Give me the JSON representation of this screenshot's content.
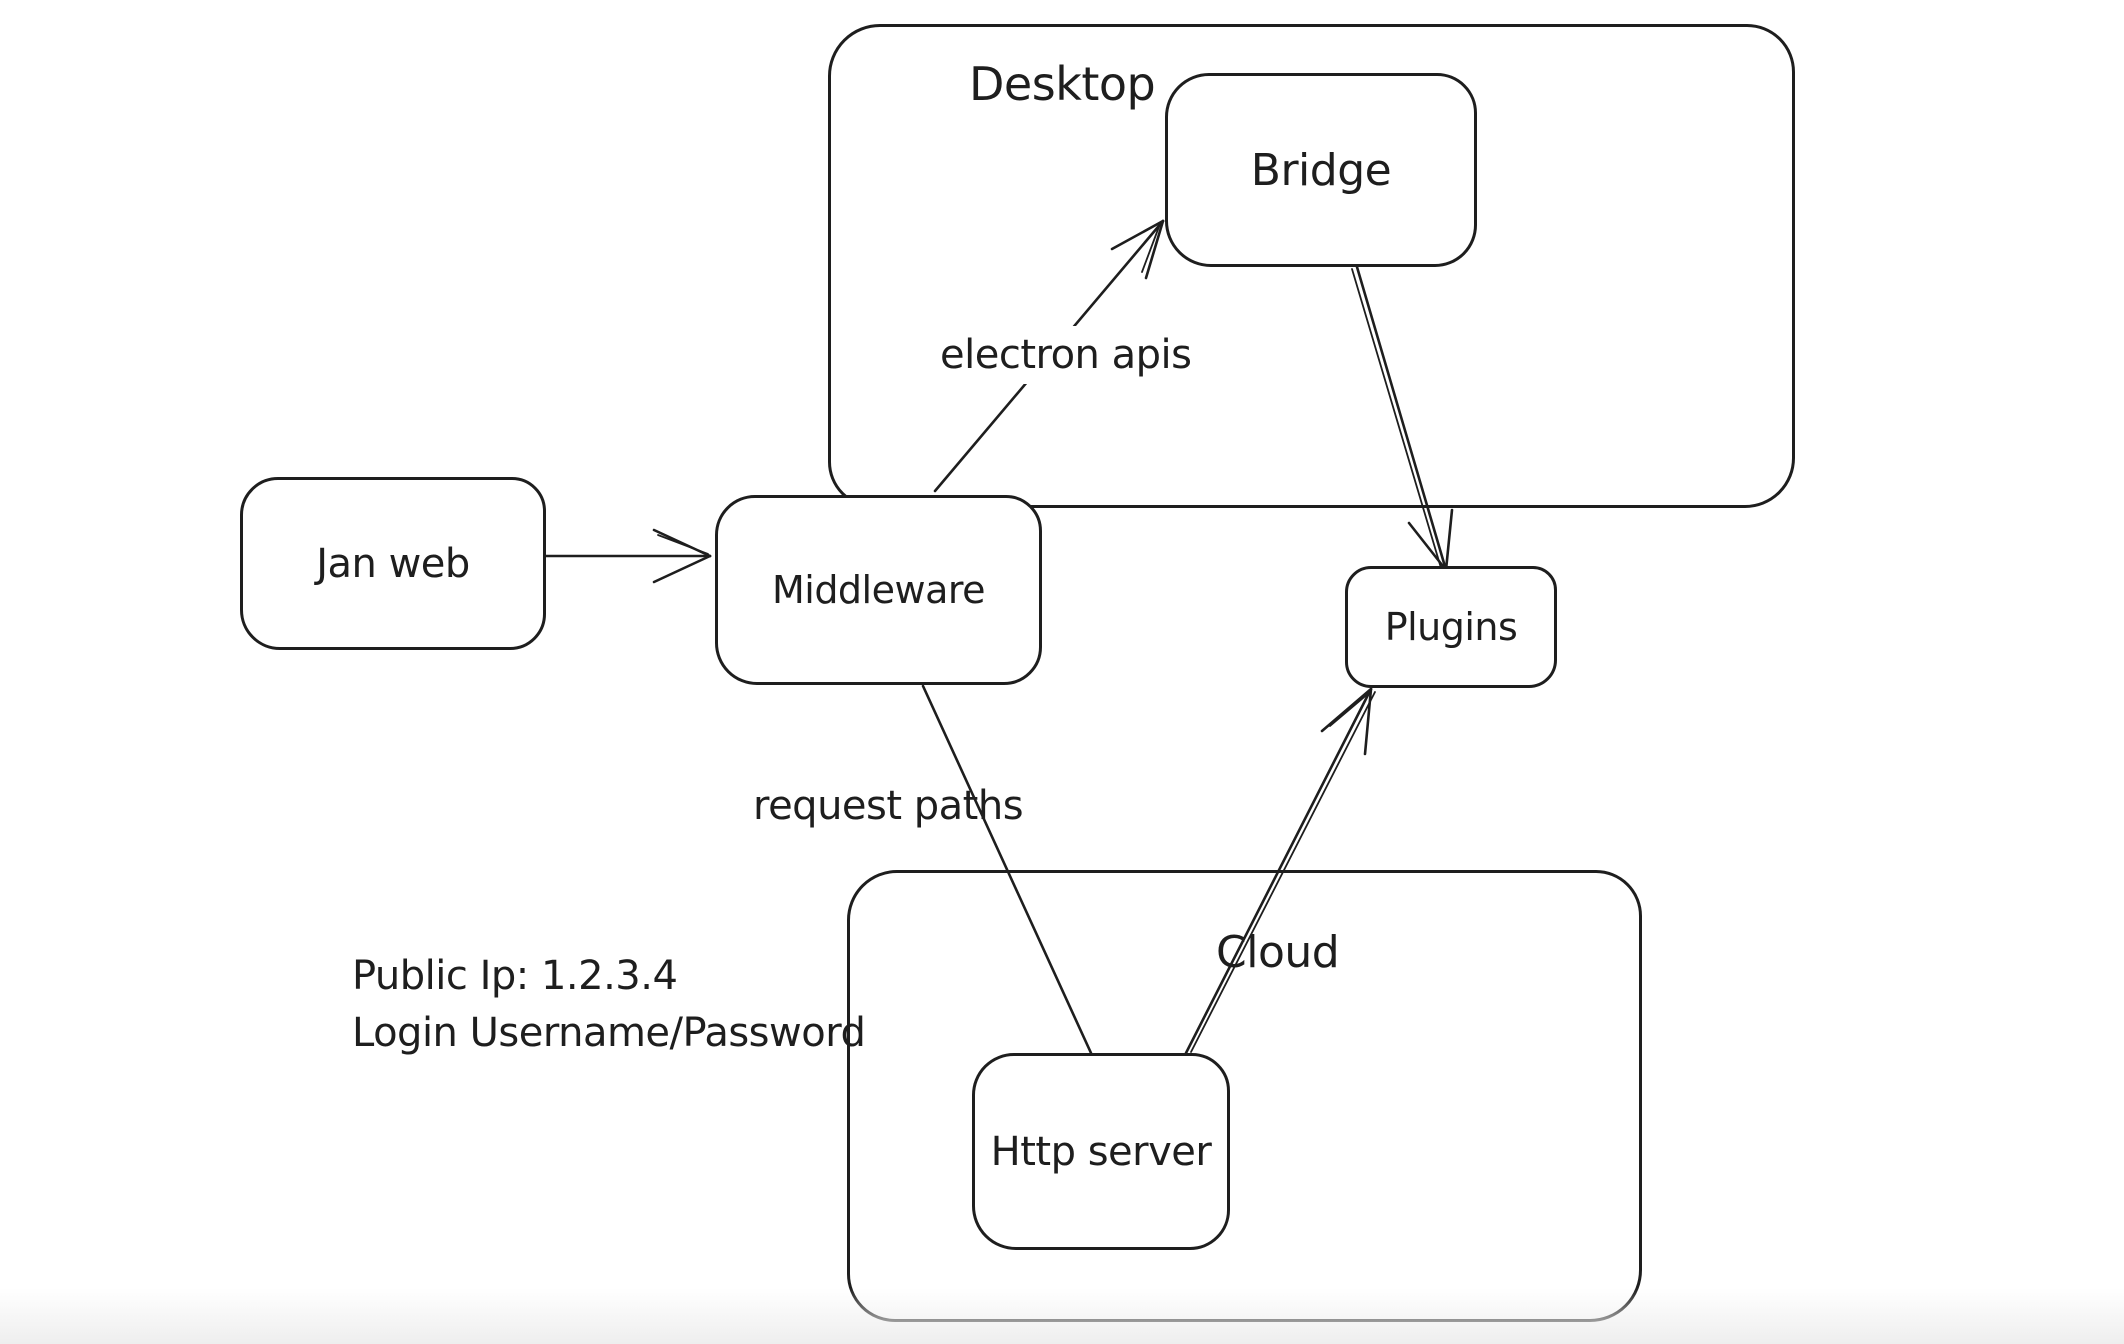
{
  "diagram": {
    "type": "flowchart-sketch",
    "colors": {
      "stroke": "#1e1e1e",
      "background": "#ffffff"
    },
    "containers": {
      "desktop": {
        "label": "Desktop"
      },
      "cloud": {
        "label": "Cloud"
      }
    },
    "nodes": {
      "jan_web": {
        "label": "Jan web"
      },
      "middleware": {
        "label": "Middleware"
      },
      "bridge": {
        "label": "Bridge"
      },
      "plugins": {
        "label": "Plugins"
      },
      "http_server": {
        "label": "Http server"
      }
    },
    "edges": [
      {
        "from": "Jan web",
        "to": "Middleware",
        "arrow": "end",
        "label": ""
      },
      {
        "from": "Middleware",
        "to": "Bridge",
        "arrow": "end",
        "label": "electron apis"
      },
      {
        "from": "Bridge",
        "to": "Plugins",
        "arrow": "end",
        "label": ""
      },
      {
        "from": "Middleware",
        "to": "Http server",
        "arrow": "none",
        "label": "request paths"
      },
      {
        "from": "Http server",
        "to": "Plugins",
        "arrow": "end",
        "label": ""
      }
    ],
    "edge_labels": {
      "electron_apis": "electron apis",
      "request_paths": "request paths"
    },
    "annotation": {
      "line1": "Public Ip: 1.2.3.4",
      "line2": "Login Username/Password"
    }
  }
}
